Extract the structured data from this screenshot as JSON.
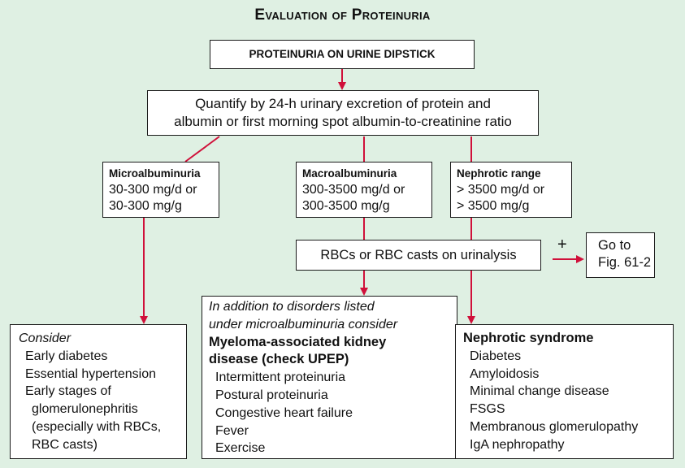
{
  "title": "Evaluation of Proteinuria",
  "top_box": "PROTEINURIA ON URINE DIPSTICK",
  "quantify": {
    "line1": "Quantify by 24-h urinary excretion of protein and",
    "line2": "albumin or first morning spot albumin-to-creatinine ratio"
  },
  "micro": {
    "heading": "Microalbuminuria",
    "line1": "30-300 mg/d or",
    "line2": "30-300 mg/g"
  },
  "macro": {
    "heading": "Macroalbuminuria",
    "line1": "300-3500 mg/d or",
    "line2": "300-3500 mg/g"
  },
  "nephrotic": {
    "heading": "Nephrotic range",
    "line1": "> 3500 mg/d or",
    "line2": "> 3500 mg/g"
  },
  "rbc_box": "RBCs or RBC casts on urinalysis",
  "plus_sign": "+",
  "goto": {
    "line1": "Go to",
    "line2": "Fig. 61-2"
  },
  "consider": {
    "heading": "Consider",
    "items": [
      "Early diabetes",
      "Essential hypertension",
      "Early stages of",
      "glomerulonephritis",
      "(especially with RBCs,",
      "RBC casts)"
    ]
  },
  "in_addition": {
    "intro1": "In addition to disorders listed",
    "intro2": "under microalbuminuria consider",
    "bold1": "Myeloma-associated kidney",
    "bold2": "disease (check UPEP)",
    "items": [
      "Intermittent proteinuria",
      "Postural proteinuria",
      "Congestive heart failure",
      "Fever",
      "Exercise"
    ]
  },
  "nephrotic_syndrome": {
    "heading": "Nephrotic syndrome",
    "items": [
      "Diabetes",
      "Amyloidosis",
      "Minimal change disease",
      "FSGS",
      "Membranous glomerulopathy",
      "IgA nephropathy"
    ]
  },
  "colors": {
    "background": "#dff0e3",
    "arrow": "#d0103a",
    "line": "#d0103a"
  }
}
